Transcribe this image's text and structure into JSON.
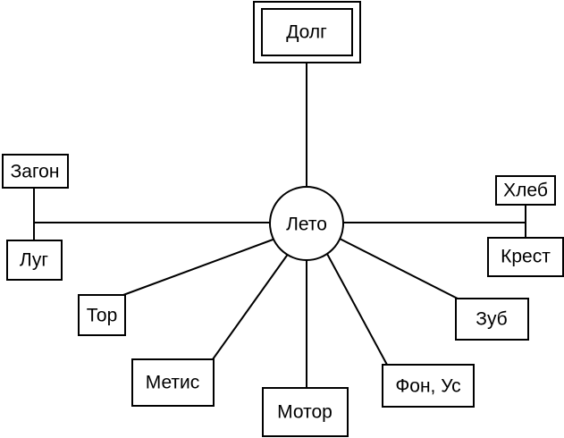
{
  "diagram": {
    "center": "Лето",
    "top": "Долг",
    "left_upper": "Загон",
    "left_lower": "Луг",
    "right_upper": "Хлеб",
    "right_lower": "Крест",
    "branch_tor": "Тор",
    "branch_metis": "Метис",
    "branch_motor": "Мотор",
    "branch_fon_us": "Фон, Ус",
    "branch_zub": "Зуб"
  }
}
